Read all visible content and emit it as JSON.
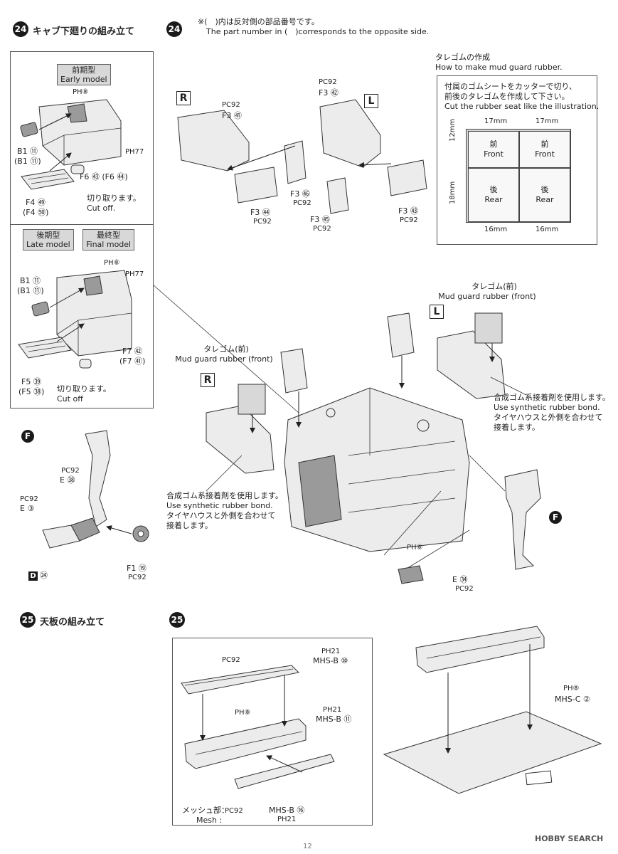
{
  "step24_left": {
    "number": "24",
    "title": "キャブ下廻りの組み立て",
    "early": {
      "label_jp": "前期型",
      "label_en": "Early model",
      "ph8": "PH⑧",
      "ph77": "PH77",
      "b1": "B1 ⑪",
      "b1_alt": "(B1 ⑪)",
      "f6": "F6 ㊸ (F6 ㊹)",
      "f4": "F4 ㊾",
      "f4_alt": "(F4 ㊿)",
      "cut_jp": "切り取ります。",
      "cut_en": "Cut off."
    },
    "late": {
      "label_jp": "後期型",
      "label_en": "Late model",
      "final_jp": "最終型",
      "final_en": "Final model",
      "ph8": "PH⑧",
      "ph77": "PH77",
      "b1": "B1 ⑪",
      "b1_alt": "(B1 ⑪)",
      "f7": "F7 ㊷",
      "f7_alt": "(F7 ㊶)",
      "f5": "F5 ㊴",
      "f5_alt": "(F5 ㊳)",
      "cut_jp": "切り取ります。",
      "cut_en": "Cut off"
    }
  },
  "step_f": {
    "letter": "F",
    "pc92": "PC92",
    "e38": "E ㊳",
    "pc92b": "PC92",
    "e3": "E ③",
    "d_letter": "D",
    "d24": "㉔",
    "f1": "F1 ⑲",
    "pc92c": "PC92"
  },
  "step24_right": {
    "number": "24",
    "note_jp": "※(　)内は反対側の部品番号です。",
    "note_en": "The part number in (　)corresponds to the opposite side.",
    "r_label": "R",
    "l_label": "L",
    "r_pc92": "PC92",
    "r_f3_41": "F3 ㊶",
    "r_f3_46": "F3 ㊻",
    "r_pc92b": "PC92",
    "r_f3_44": "F3 ㊹",
    "r_pc92c": "PC92",
    "l_pc92": "PC92",
    "l_f3_42": "F3 ㊷",
    "l_f3_45": "F3 ㊺",
    "l_pc92b": "PC92",
    "l_f3_43": "F3 ㊸",
    "l_pc92c": "PC92"
  },
  "mud_guard": {
    "title_jp": "タレゴムの作成",
    "title_en": "How to make mud guard rubber.",
    "instr_jp1": "付属のゴムシートをカッターで切り、",
    "instr_jp2": "前後のタレゴムを作成して下さい。",
    "instr_en": "Cut the rubber seat like the illustration.",
    "dim_top_left": "17mm",
    "dim_top_right": "17mm",
    "dim_left_top": "12mm",
    "dim_left_bottom": "18mm",
    "dim_bottom_left": "16mm",
    "dim_bottom_right": "16mm",
    "cells": [
      {
        "jp": "前",
        "en": "Front"
      },
      {
        "jp": "前",
        "en": "Front"
      },
      {
        "jp": "後",
        "en": "Rear"
      },
      {
        "jp": "後",
        "en": "Rear"
      }
    ]
  },
  "cab_assembly": {
    "l_label": "L",
    "r_label": "R",
    "front_rubber_jp": "タレゴム(前)",
    "front_rubber_en": "Mud guard rubber (front)",
    "front_rubber_jp2": "タレゴム(前)",
    "front_rubber_en2": "Mud guard rubber (front)",
    "bond_right_jp1": "合成ゴム系接着剤を使用します。",
    "bond_right_en": "Use synthetic rubber bond.",
    "bond_right_jp2": "タイヤハウスと外側を合わせて",
    "bond_right_jp3": "接着します。",
    "bond_left_jp1": "合成ゴム系接着剤を使用します。",
    "bond_left_en": "Use synthetic rubber bond.",
    "bond_left_jp2": "タイヤハウスと外側を合わせて",
    "bond_left_jp3": "接着します。",
    "ph8": "PH⑧",
    "e34": "E ㉞",
    "pc92": "PC92",
    "f_letter": "F"
  },
  "step25_left": {
    "number": "25",
    "title": "天板の組み立て"
  },
  "step25_right": {
    "number": "25",
    "pc92": "PC92",
    "ph21a": "PH21",
    "mhs_b10": "MHS-B ⑩",
    "ph8": "PH⑧",
    "ph21b": "PH21",
    "mhs_b11": "MHS-B ⑪",
    "mesh_jp": "メッシュ部：",
    "mesh_pc": "PC92",
    "mesh_en": "Mesh :",
    "mhs_b16": "MHS-B ⑯",
    "ph21c": "PH21",
    "ph8b": "PH⑧",
    "mhs_c2": "MHS-C ②"
  },
  "footer": {
    "page_number": "12",
    "watermark": "HOBBY SEARCH"
  }
}
